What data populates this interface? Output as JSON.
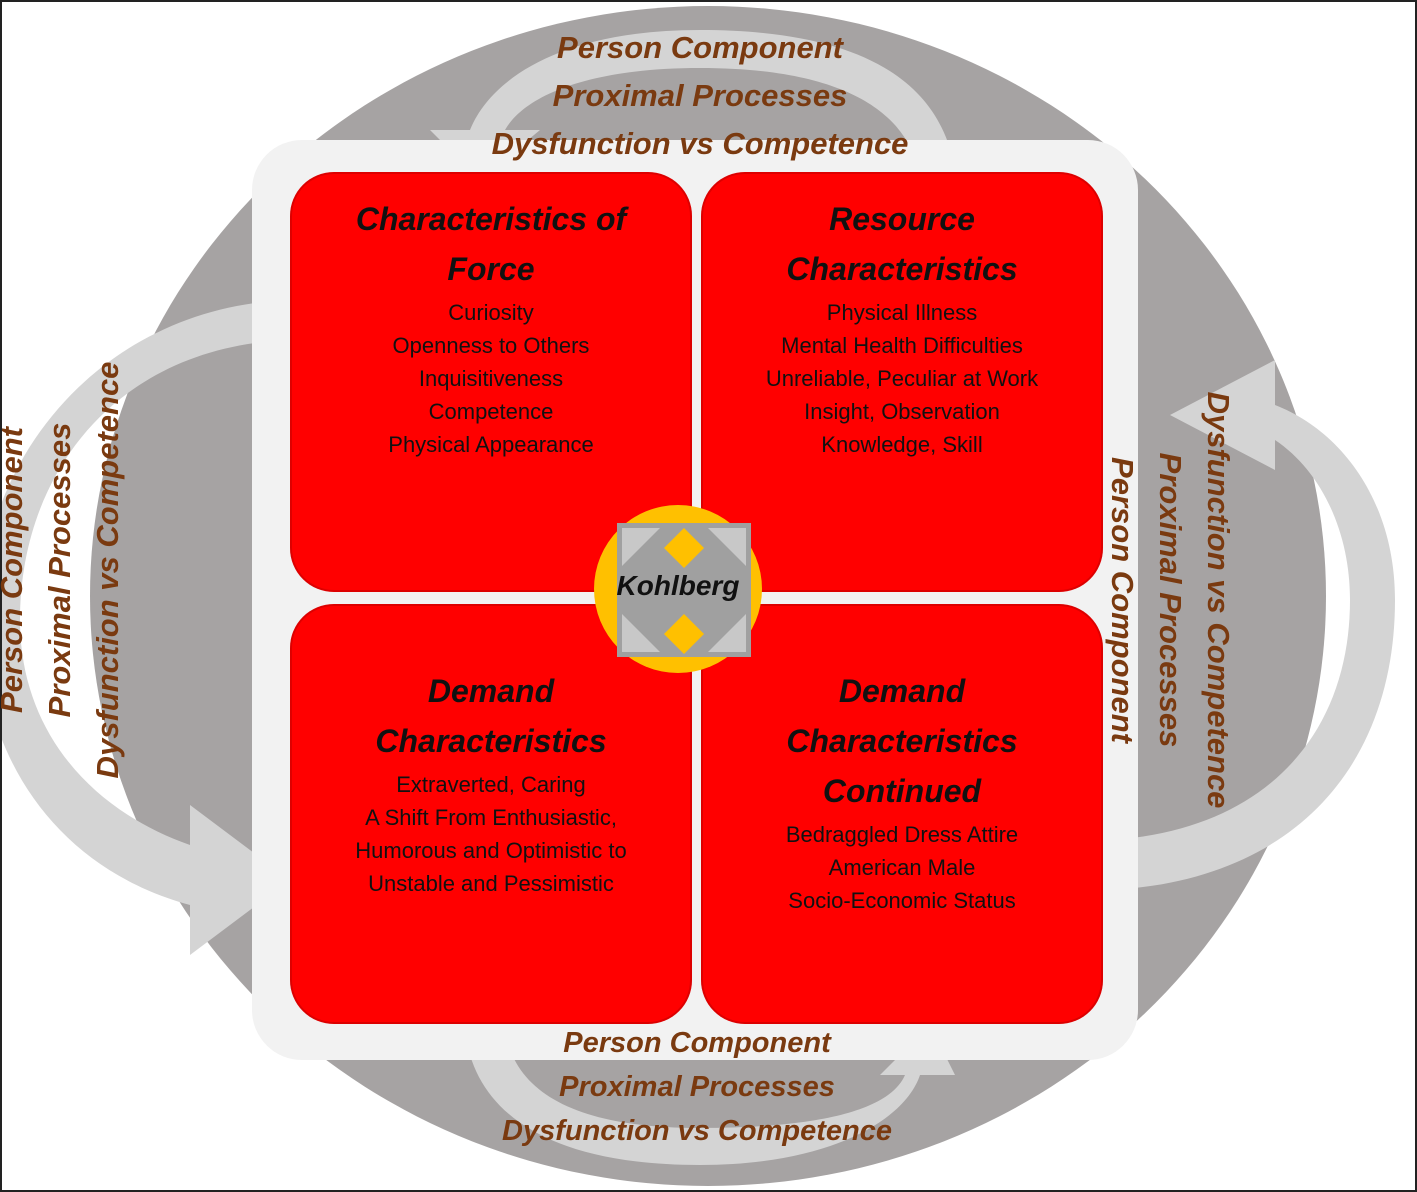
{
  "quadrants": {
    "top_left": {
      "title_lines": [
        "Characteristics of",
        "Force"
      ],
      "items": [
        "Curiosity",
        "Openness to Others",
        "Inquisitiveness",
        "Competence",
        "Physical Appearance"
      ]
    },
    "top_right": {
      "title_lines": [
        "Resource",
        "Characteristics"
      ],
      "items": [
        "Physical Illness",
        "Mental Health Difficulties",
        "Unreliable, Peculiar at Work",
        "Insight, Observation",
        "Knowledge, Skill"
      ]
    },
    "bottom_left": {
      "title_lines": [
        "Demand",
        "Characteristics"
      ],
      "items": [
        "Extraverted, Caring",
        "A Shift From Enthusiastic,",
        "Humorous and Optimistic to",
        "Unstable and Pessimistic"
      ]
    },
    "bottom_right": {
      "title_lines": [
        "Demand",
        "Characteristics",
        "Continued"
      ],
      "items": [
        "Bedraggled Dress Attire",
        "American Male",
        "Socio-Economic Status"
      ]
    }
  },
  "center": {
    "label": "Kohlberg"
  },
  "bands": {
    "top": [
      "Person Component",
      "Proximal Processes",
      "Dysfunction vs Competence"
    ],
    "bottom": [
      "Person Component",
      "Proximal Processes",
      "Dysfunction vs Competence"
    ],
    "left": [
      "Person Component",
      "Proximal Processes",
      "Dysfunction vs Competence"
    ],
    "right": [
      "Person Component",
      "Proximal Processes",
      "Dysfunction vs Competence"
    ]
  },
  "colors": {
    "quadrant_fill": "#ff0000",
    "band_text": "#7a3a10",
    "outer_circle": "#a6a3a3",
    "inner_panel": "#f2f2f2",
    "arrow": "#d4d4d4",
    "center_circle": "#ffc000",
    "center_square": "#a0a0a0"
  }
}
